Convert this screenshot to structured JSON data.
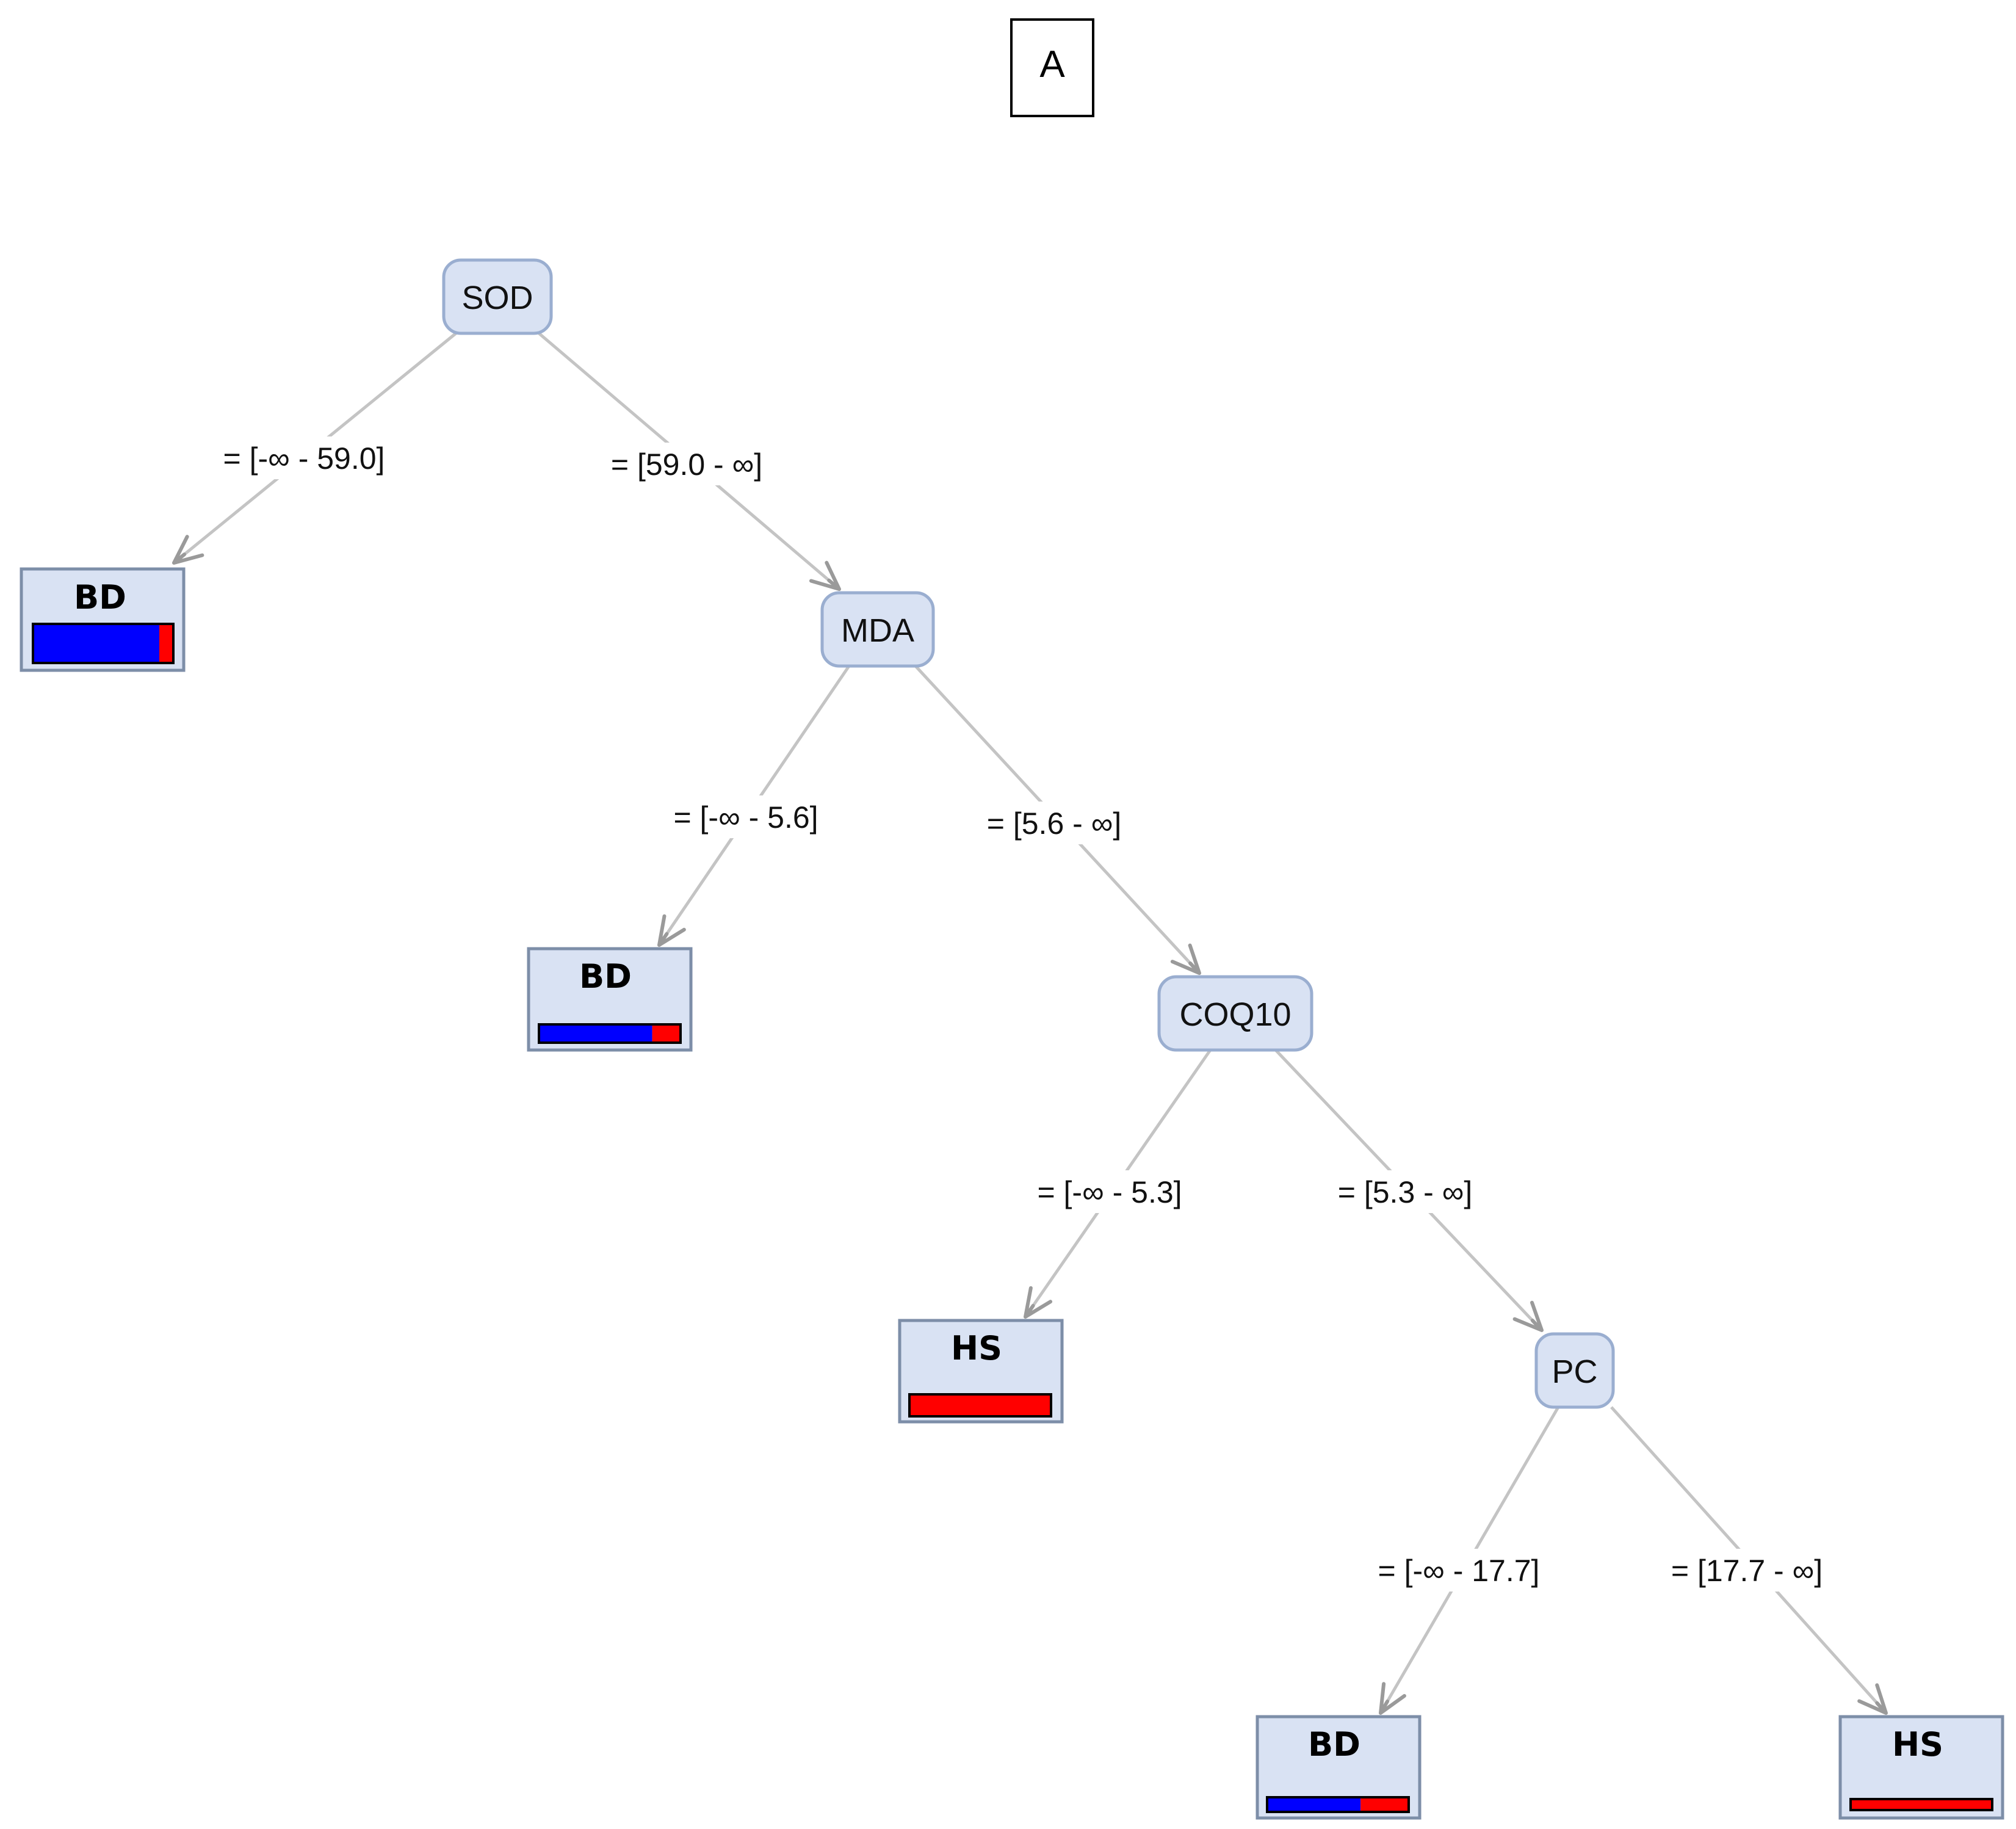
{
  "panel_label": "A",
  "colors": {
    "class_bd": "#0000ff",
    "class_hs": "#ff0000",
    "node_fill": "#d9e2f3",
    "node_stroke": "#9aaed0"
  },
  "tree": {
    "split_nodes": [
      {
        "id": "sod",
        "label": "SOD"
      },
      {
        "id": "mda",
        "label": "MDA"
      },
      {
        "id": "coq10",
        "label": "COQ10"
      },
      {
        "id": "pc",
        "label": "PC"
      }
    ],
    "leaves": [
      {
        "id": "leaf1",
        "label": "BD",
        "bd_fraction": 0.9
      },
      {
        "id": "leaf2",
        "label": "BD",
        "bd_fraction": 0.8
      },
      {
        "id": "leaf3",
        "label": "HS",
        "bd_fraction": 0.0
      },
      {
        "id": "leaf4",
        "label": "BD",
        "bd_fraction": 0.66
      },
      {
        "id": "leaf5",
        "label": "HS",
        "bd_fraction": 0.0
      }
    ],
    "edges": [
      {
        "from": "sod",
        "to": "leaf1",
        "label": "= [-∞ - 59.0]"
      },
      {
        "from": "sod",
        "to": "mda",
        "label": "= [59.0 - ∞]"
      },
      {
        "from": "mda",
        "to": "leaf2",
        "label": "= [-∞ - 5.6]"
      },
      {
        "from": "mda",
        "to": "coq10",
        "label": "= [5.6 - ∞]"
      },
      {
        "from": "coq10",
        "to": "leaf3",
        "label": "= [-∞ - 5.3]"
      },
      {
        "from": "coq10",
        "to": "pc",
        "label": "= [5.3 - ∞]"
      },
      {
        "from": "pc",
        "to": "leaf4",
        "label": "= [-∞ - 17.7]"
      },
      {
        "from": "pc",
        "to": "leaf5",
        "label": "= [17.7 - ∞]"
      }
    ]
  }
}
